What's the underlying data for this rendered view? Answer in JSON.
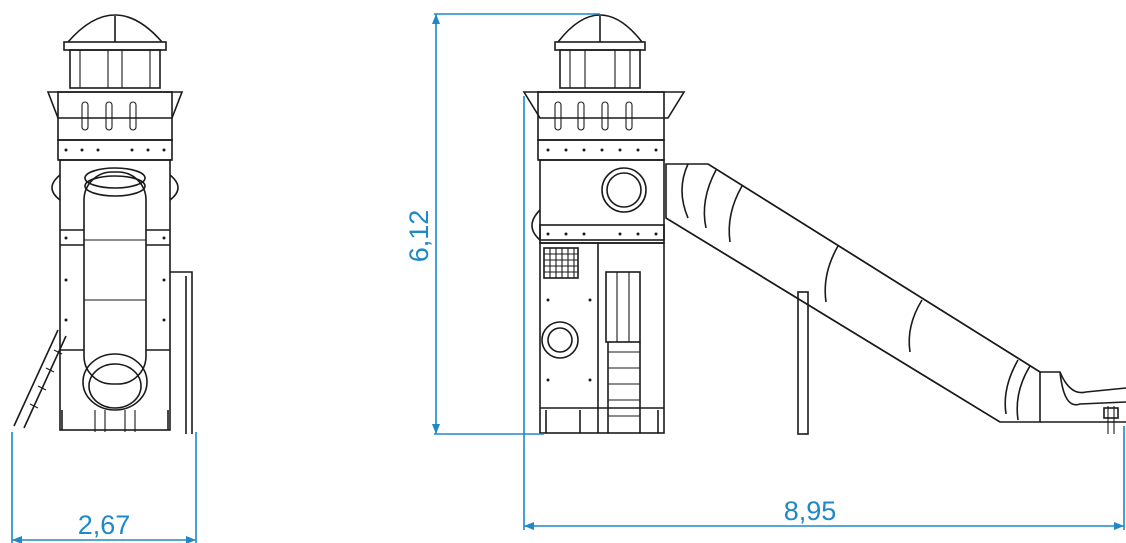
{
  "dimensions": {
    "front_width": "2,67",
    "side_width": "8,95",
    "side_height": "6,12"
  },
  "colors": {
    "dimension": "#1e88c8",
    "line": "#1a1a1a",
    "background": "#ffffff"
  }
}
